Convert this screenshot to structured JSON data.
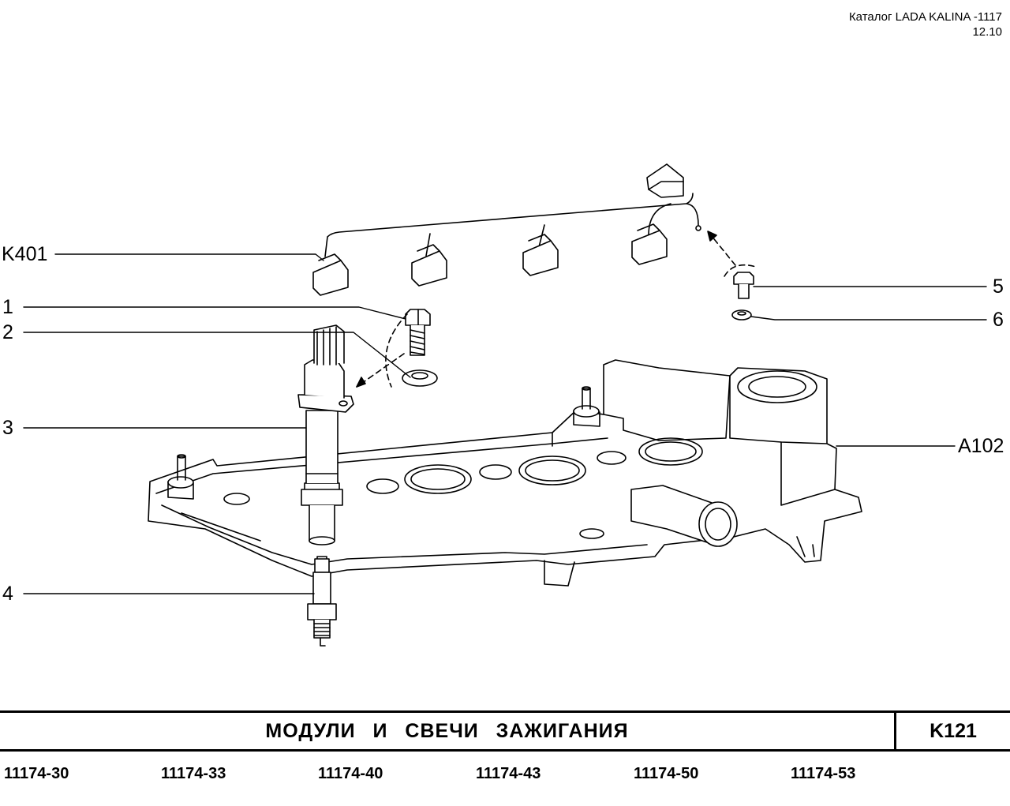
{
  "header": {
    "catalog_line": "Каталог  LADA  KALINA -1117",
    "date": "12.10"
  },
  "callouts": {
    "k401": "K401",
    "c1": "1",
    "c2": "2",
    "c3": "3",
    "c4": "4",
    "c5": "5",
    "c6": "6",
    "a102": "A102"
  },
  "footer": {
    "title": "МОДУЛИ   И   СВЕЧИ   ЗАЖИГАНИЯ",
    "code": "K121",
    "models": [
      "11174-30",
      "11174-33",
      "11174-40",
      "11174-43",
      "11174-50",
      "11174-53"
    ]
  }
}
